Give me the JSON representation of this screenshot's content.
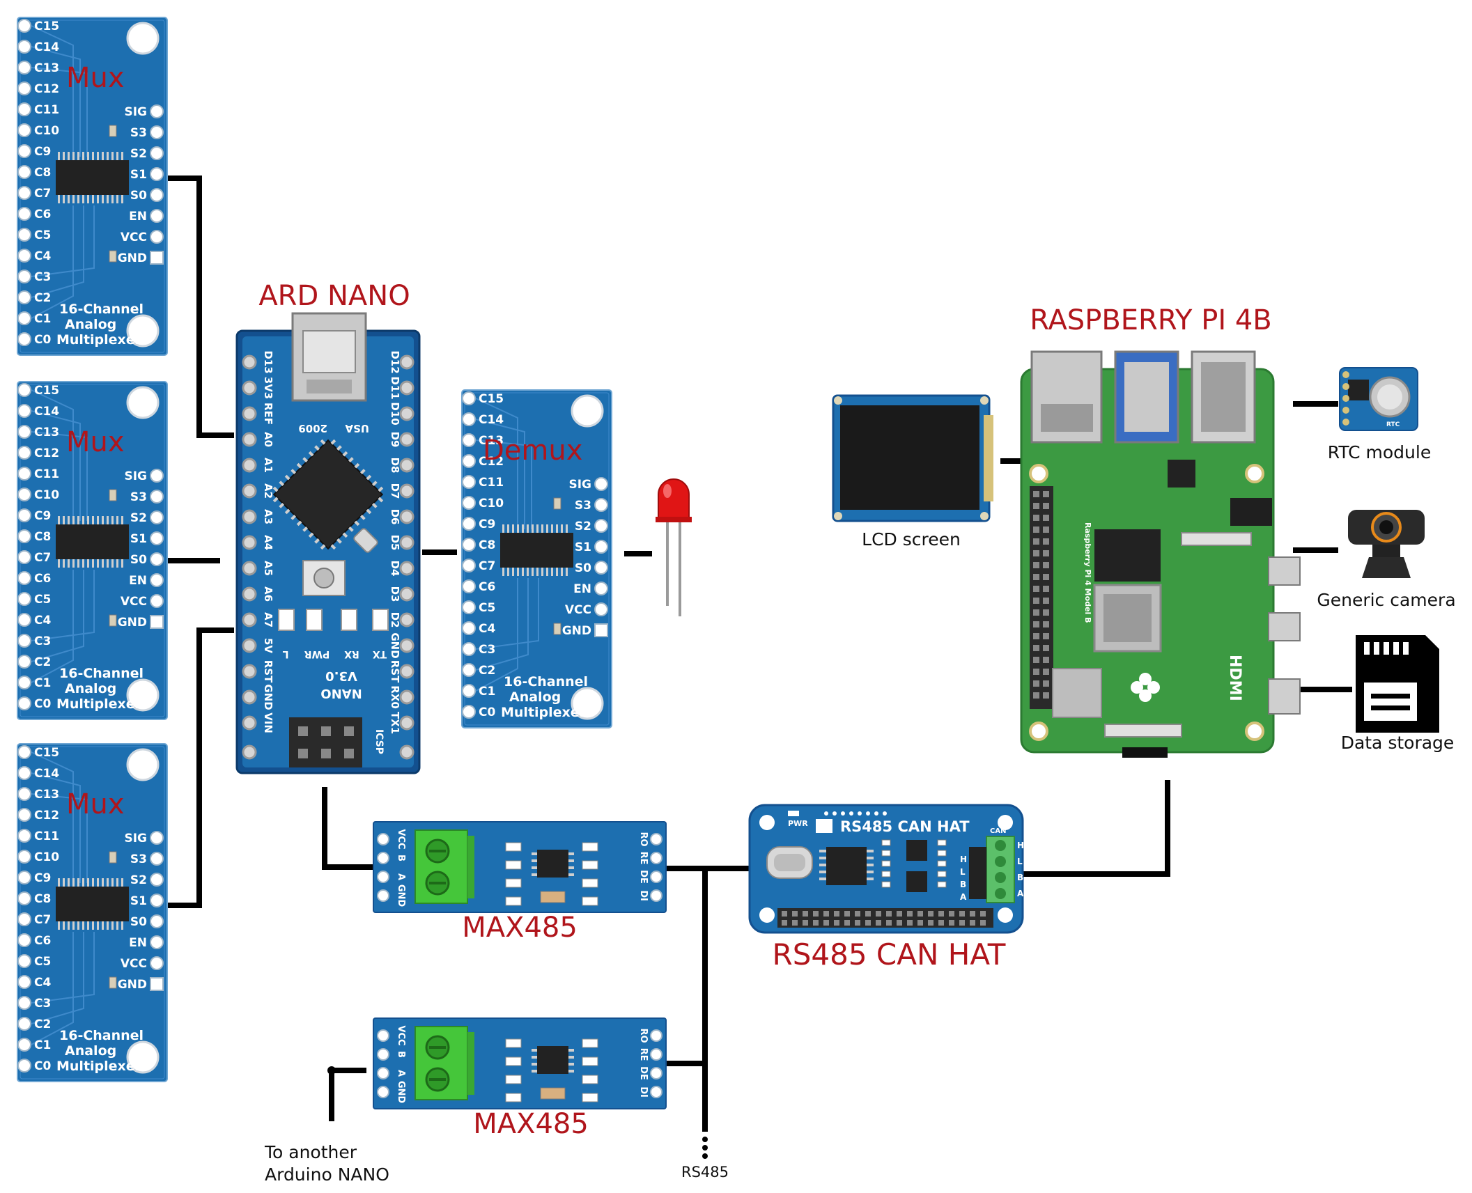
{
  "colors": {
    "board_blue": "#1d6fb0",
    "board_dark_blue": "#13508f",
    "pi_green": "#3c9a42",
    "label_red": "#b0151b",
    "wire_black": "#000000",
    "terminal_green": "#45c63a",
    "chip_black": "#222222"
  },
  "mux_board": {
    "left_pins": [
      "C15",
      "C14",
      "C13",
      "C12",
      "C11",
      "C10",
      "C9",
      "C8",
      "C7",
      "C6",
      "C5",
      "C4",
      "C3",
      "C2",
      "C1",
      "C0"
    ],
    "right_pins": [
      "SIG",
      "S3",
      "S2",
      "S1",
      "S0",
      "EN",
      "VCC",
      "GND"
    ],
    "caption_line1": "16-Channel",
    "caption_line2": "Analog",
    "caption_line3": "Multiplexer"
  },
  "labels": {
    "mux_1": "Mux",
    "mux_2": "Mux",
    "mux_3": "Mux",
    "demux": "Demux",
    "ard_nano": "ARD NANO",
    "raspberry_pi": "RASPBERRY PI 4B",
    "max485_1": "MAX485",
    "max485_2": "MAX485",
    "rs485_can_hat": "RS485 CAN HAT",
    "lcd_screen": "LCD screen",
    "rtc_module": "RTC module",
    "generic_camera": "Generic camera",
    "data_storage": "Data storage",
    "to_another_line1": "To another",
    "to_another_line2": "Arduino NANO",
    "rs485_bus": "RS485"
  },
  "nano_board": {
    "left_pins": [
      "D13",
      "3V3",
      "REF",
      "A0",
      "A1",
      "A2",
      "A3",
      "A4",
      "A5",
      "A6",
      "A7",
      "5V",
      "RST",
      "GND",
      "VIN"
    ],
    "right_pins": [
      "D12",
      "D11",
      "D10",
      "D9",
      "D8",
      "D7",
      "D6",
      "D5",
      "D4",
      "D3",
      "D2",
      "GND",
      "RST",
      "RX0",
      "TX1"
    ],
    "usa_text": "USA",
    "year_text": "2009",
    "model_text": "NANO",
    "version_text": "V3.0",
    "icsp_text": "ICSP",
    "led_labels": [
      "PWR",
      "RX",
      "TX",
      "L"
    ]
  },
  "max485_board": {
    "left_pins": [
      "VCC",
      "B",
      "A",
      "GND"
    ],
    "right_pins": [
      "RO",
      "RE",
      "DE",
      "DI"
    ]
  },
  "can_hat": {
    "title": "RS485 CAN HAT",
    "pwr_text": "PWR",
    "can_text": "CAN",
    "terminal_pins": [
      "H",
      "L",
      "B",
      "A"
    ]
  },
  "pi_board": {
    "brand_text": "Raspberry Pi 4 Model B",
    "hdmi_text": "HDMI"
  },
  "rtc_board": {
    "chip_text": "RTC"
  }
}
